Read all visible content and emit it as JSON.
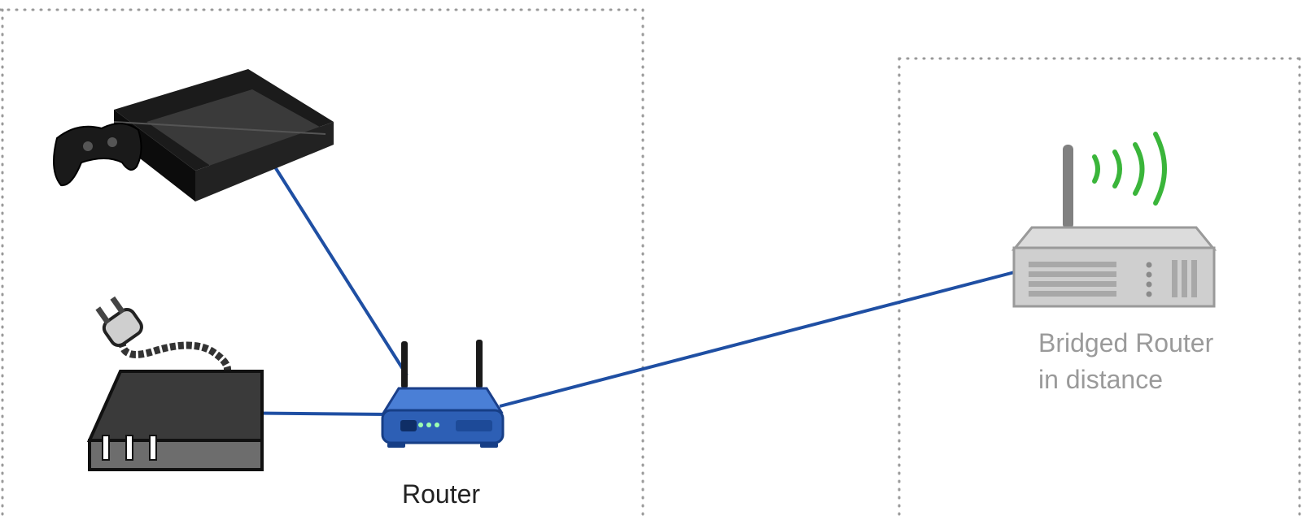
{
  "labels": {
    "router": "Router",
    "bridged_line1": "Bridged Router",
    "bridged_line2": "in distance"
  },
  "colors": {
    "cable": "#1f4fa3",
    "wifi_signal": "#3ab53a",
    "router_body": "#2d5fb5",
    "dotted_border": "#9a9a9a",
    "bridged_router_body": "#c8c8c8",
    "bridged_label": "#9a9a9a"
  },
  "icons": {
    "game_console": "game-console-icon",
    "controller": "gamepad-icon",
    "modem": "modem-icon",
    "power_plug": "power-plug-icon",
    "router": "wireless-router-icon",
    "bridged_router": "bridged-router-icon",
    "wifi": "wifi-signal-icon"
  }
}
